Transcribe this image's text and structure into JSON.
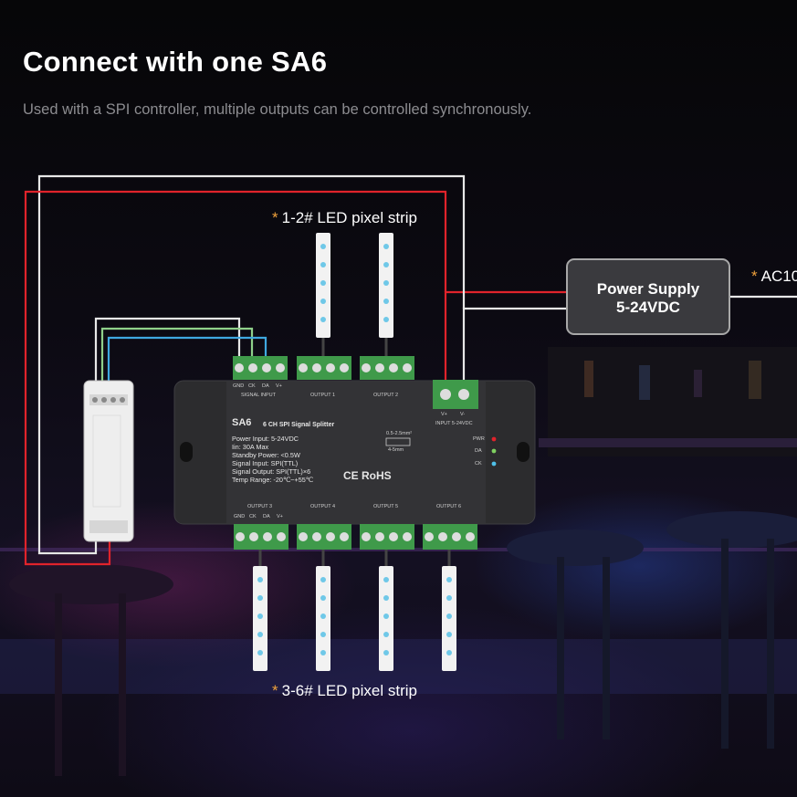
{
  "header": {
    "title": "Connect with one SA6",
    "subtitle": "Used with a SPI controller, multiple outputs can be controlled synchronously."
  },
  "labels": {
    "top_strip": "1-2# LED pixel strip",
    "bottom_strip": "3-6# LED pixel strip",
    "ac_input": "AC10",
    "star": "*"
  },
  "power_supply": {
    "line1": "Power Supply",
    "line2": "5-24VDC"
  },
  "module": {
    "model": "SA6",
    "name": "6 CH SPI Signal Splitter",
    "specs": [
      "Power Input: 5-24VDC",
      "Iin: 30A Max",
      "Standby Power: <0.5W",
      "Signal Input: SPI(TTL)",
      "Signal Output: SPI(TTL)×6",
      "Temp Range: -20℃~+55℃"
    ],
    "input_label": "SIGNAL INPUT",
    "output1_label": "OUTPUT 1",
    "output2_label": "OUTPUT 2",
    "output3_label": "OUTPUT 3",
    "output4_label": "OUTPUT 4",
    "output5_label": "OUTPUT 5",
    "output6_label": "OUTPUT 6",
    "power_label": "INPUT 5-24VDC",
    "pin_gnd": "GND",
    "pin_ck": "CK",
    "pin_da": "DA",
    "pin_v": "V+",
    "pin_vplus": "V+",
    "pin_vminus": "V-",
    "led_pwr": "PWR",
    "led_da": "DA",
    "led_ck": "CK",
    "cert": "CE RoHS",
    "wire_spec1": "0.5-2.5mm²",
    "wire_spec2": "4-5mm"
  },
  "colors": {
    "red_wire": "#e0232b",
    "white_wire": "#e8e8e8",
    "green_wire": "#8fd08a",
    "blue_wire": "#3fa8e0",
    "terminal_green": "#3f9a4a",
    "module_body": "#2c2c2e",
    "accent_star": "#f0a23c"
  }
}
